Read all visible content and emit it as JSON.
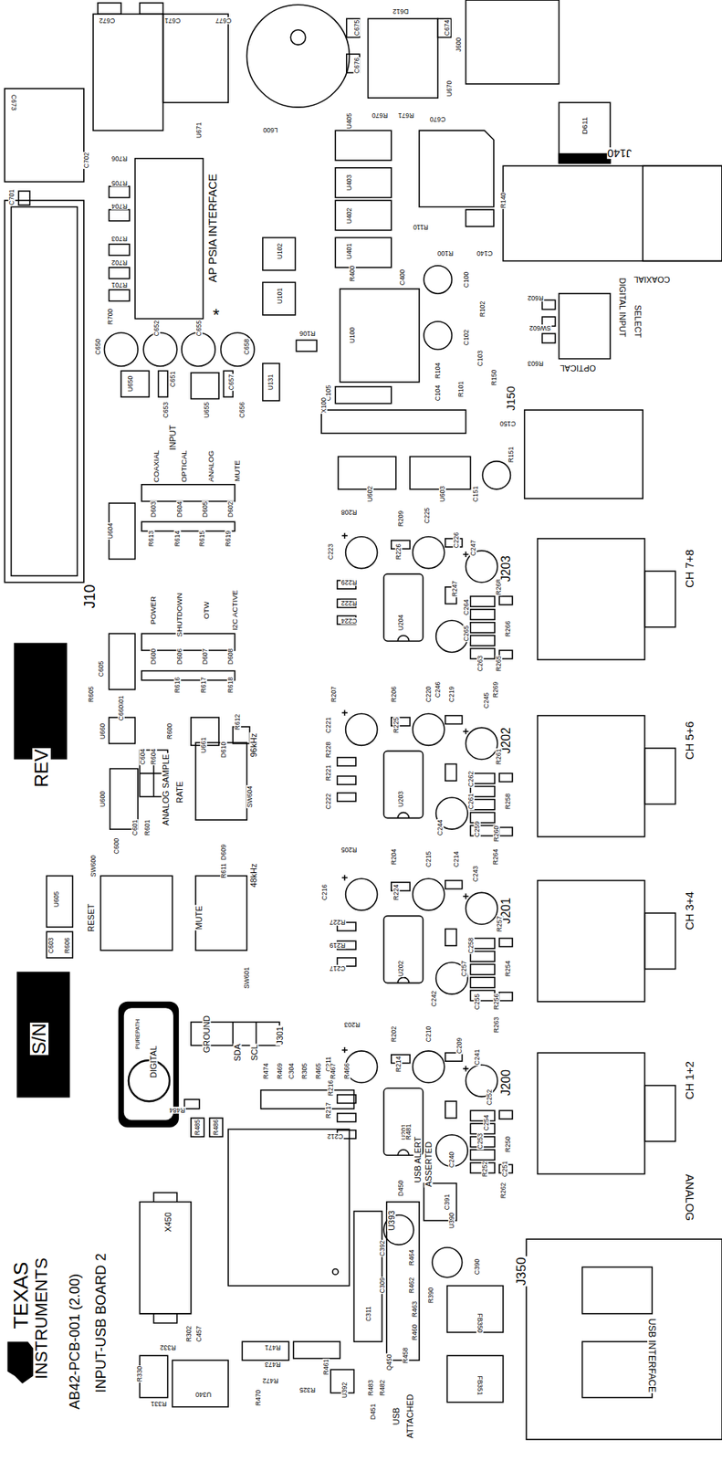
{
  "diagram": {
    "labels": [
      "C672",
      "C671",
      "C677",
      "C673",
      "U671",
      "C702",
      "R706",
      "C701",
      "R705",
      "R704",
      "R703",
      "R702",
      "R701",
      "R700",
      "AP PSIA INTERFACE",
      "*",
      "L600",
      "C675",
      "C676",
      "D612",
      "C674",
      "U670",
      "J600",
      "R670",
      "R671",
      "U405",
      "U403",
      "U402",
      "U401",
      "R400",
      "C400",
      "C670",
      "D611",
      "J140",
      "R110",
      "R140",
      "C140",
      "R100",
      "U102",
      "U101",
      "C100",
      "C102",
      "R102",
      "U100",
      "R106",
      "R104",
      "R101",
      "C103",
      "R150",
      "C104",
      "C105",
      "X100",
      "J150",
      "R602",
      "SW602",
      "R603",
      "COAXIAL",
      "DIGITAL INPUT",
      "SELECT",
      "OPTICAL",
      "C650",
      "C652",
      "C655",
      "C658",
      "U650",
      "C651",
      "C657",
      "C653",
      "U655",
      "C656",
      "U131",
      "INPUT",
      "COAXIAL",
      "OPTICAL",
      "ANALOG",
      "MUTE",
      "D603",
      "D604",
      "D605",
      "D602",
      "R613",
      "R614",
      "R615",
      "R619",
      "U604",
      "U602",
      "U603",
      "C150",
      "R151",
      "C151",
      "J10",
      "POWER",
      "SHUTDOWN",
      "OTW",
      "I2C ACTIVE",
      "D600",
      "D606",
      "D607",
      "D608",
      "R616",
      "R617",
      "R618",
      "R605",
      "C605",
      "U601",
      "U660",
      "C660",
      "R600",
      "U661",
      "D610",
      "R612",
      "96kHz",
      "REV",
      "C604",
      "R604",
      "ANALOG SAMPLE",
      "RATE",
      "SW604",
      "U600",
      "C601",
      "R601",
      "C600",
      "SW600",
      "D609",
      "R611",
      "48kHz",
      "U605",
      "RESET",
      "MUTE",
      "SW601",
      "C603",
      "R606",
      "S/N",
      "PUREPATH",
      "DIGITAL",
      "GROUND",
      "SDA",
      "SCL",
      "J301",
      "R208",
      "R209",
      "C225",
      "C226",
      "C223",
      "R226",
      "C247",
      "R229",
      "R222",
      "C224",
      "U204",
      "R247",
      "R268",
      "C264",
      "C265",
      "R266",
      "C263",
      "R265",
      "R269",
      "C246",
      "J203",
      "CH 7+8",
      "R207",
      "R206",
      "C220",
      "C219",
      "C245",
      "C221",
      "R225",
      "R228",
      "R221",
      "C222",
      "U203",
      "J202",
      "CH 5+6",
      "R261",
      "C262",
      "C261",
      "R258",
      "C259",
      "R260",
      "R264",
      "C244",
      "R205",
      "R204",
      "C215",
      "C214",
      "C243",
      "C216",
      "R224",
      "R227",
      "R219",
      "C217",
      "U202",
      "J201",
      "CH 3+4",
      "R257",
      "C258",
      "C257",
      "R254",
      "C255",
      "R256",
      "R263",
      "C242",
      "R203",
      "R202",
      "C210",
      "C209",
      "C241",
      "C211",
      "R214",
      "R216",
      "R217",
      "C212",
      "U201",
      "J200",
      "CH 1+2",
      "C252",
      "C254",
      "C253",
      "R250",
      "R252",
      "C251",
      "R262",
      "C240",
      "ANALOG",
      "R481",
      "USB ALERT",
      "ASSERTED",
      "D450",
      "C391",
      "U390",
      "U393",
      "C392",
      "R464",
      "C390",
      "C309",
      "R462",
      "R390",
      "C311",
      "R463",
      "R460",
      "R458",
      "Q450",
      "R483",
      "R482",
      "D451",
      "USB",
      "ATTACHED",
      "R474",
      "R469",
      "C304",
      "R305",
      "R465",
      "R467",
      "R466",
      "R484",
      "R485",
      "R486",
      "X450",
      "C457",
      "R302",
      "R332",
      "R330",
      "R331",
      "U340",
      "R471",
      "R473",
      "R472",
      "R470",
      "R461",
      "R325",
      "U392",
      "J350",
      "USB INTERFACE",
      "FB350",
      "FB351",
      "TEXAS",
      "INSTRUMENTS",
      "AB42-PCB-001 (2.00)",
      "INPUT-USB BOARD 2"
    ]
  }
}
